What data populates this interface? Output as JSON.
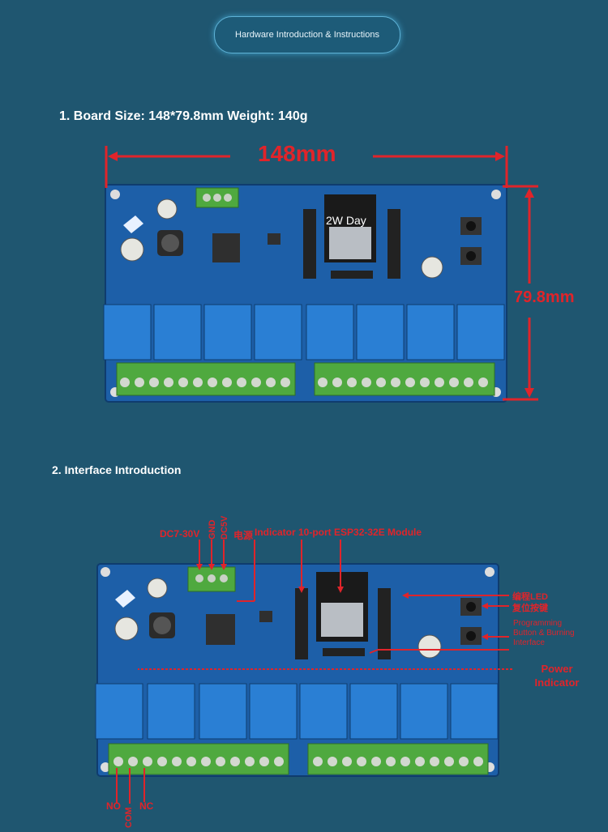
{
  "header": {
    "title": "Hardware Introduction & Instructions"
  },
  "section1": {
    "heading": "1. Board Size: 148*79.8mm Weight: 140g",
    "width_label": "148mm",
    "height_label": "79.8mm",
    "module_overlay_text": "2W Day"
  },
  "section2": {
    "heading": "2. Interface Introduction",
    "labels": {
      "dc": "DC7-30V",
      "gnd": "GND",
      "dc5v": "DC5V",
      "power_zh": "电源",
      "indicator": "Indicator 10-port ESP32-32E Module",
      "led": "编程LED",
      "reset": "复位按键",
      "programming": "Programming Button & Burning Interface",
      "power_indicator": "Power Indicator",
      "no": "NO",
      "com": "COM",
      "nc": "NC"
    }
  },
  "colors": {
    "background": "#1f5670",
    "board": "#1d5fa8",
    "relay": "#2a7fd4",
    "terminal": "#4fa93f",
    "annotation": "#e0242a"
  }
}
